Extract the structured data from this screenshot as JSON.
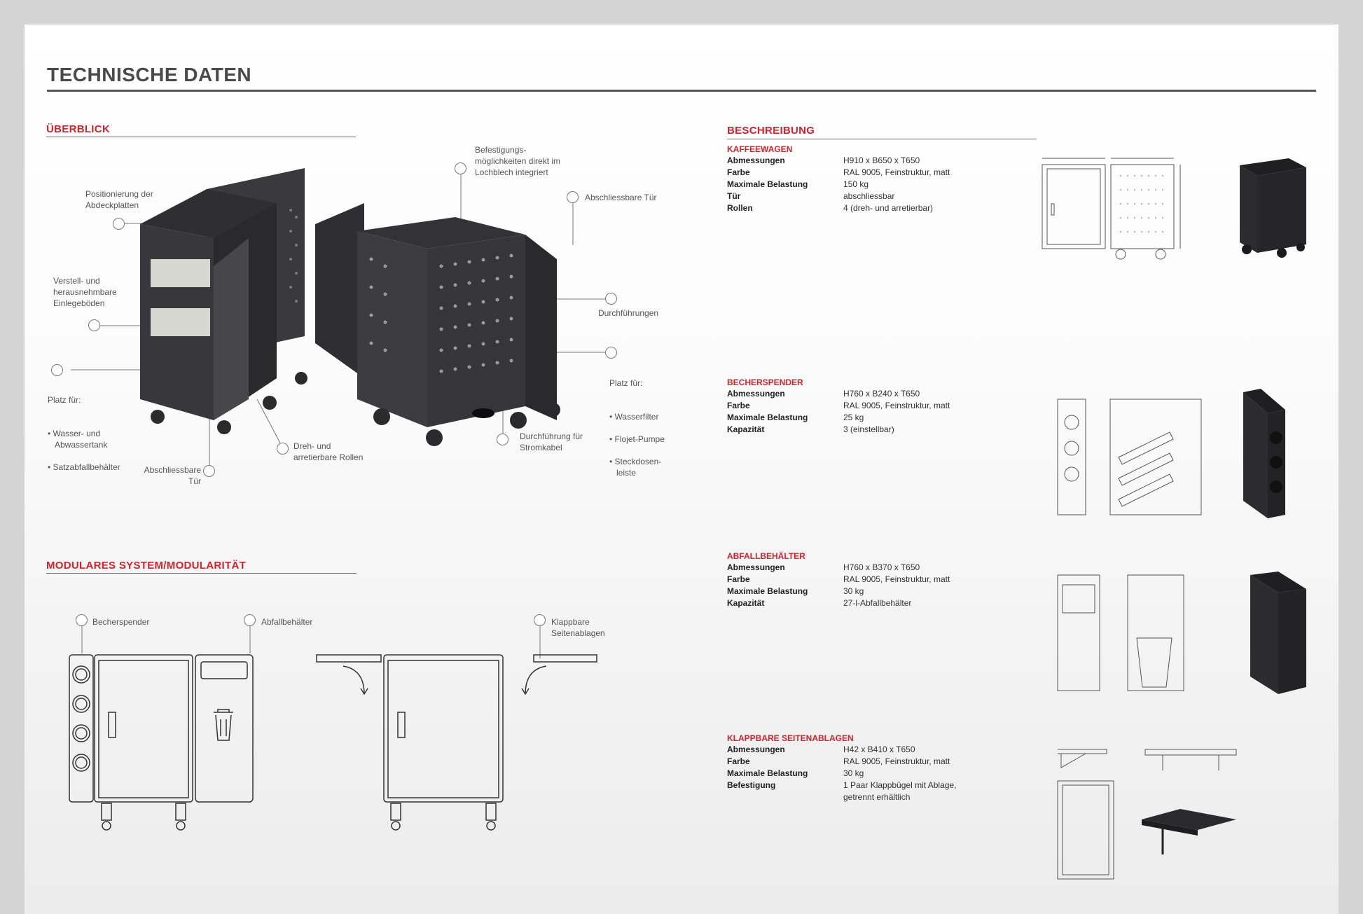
{
  "header": {
    "title": "TECHNISCHE DATEN"
  },
  "overview": {
    "heading": "ÜBERBLICK",
    "labels": {
      "abdeck": "Positionierung der\nAbdeckplatten",
      "einlege": "Verstell- und\nherausnehmbare\nEinlegeböden",
      "platz_title": "Platz für:",
      "platz_items": [
        "Wasser- und\nAbwassertank",
        "Satzabfallbehälter"
      ],
      "tuer_left": "Abschliessbare\nTür",
      "rollen": "Dreh- und\narretierbare Rollen",
      "befestigung": "Befestigungs-\nmöglichkeiten direkt im\nLochblech integriert",
      "tuer_right": "Abschliessbare Tür",
      "durchf": "Durchführungen",
      "platz2_title": "Platz für:",
      "platz2_items": [
        "Wasserfilter",
        "Flojet-Pumpe",
        "Steckdosen-\nleiste"
      ],
      "strom": "Durchführung für\nStromkabel"
    }
  },
  "modular": {
    "heading": "MODULARES SYSTEM/MODULARITÄT",
    "labels": {
      "becher": "Becherspender",
      "abfall": "Abfallbehälter",
      "klapp": "Klappbare\nSeitenablagen"
    }
  },
  "description": {
    "heading": "BESCHREIBUNG",
    "products": [
      {
        "name": "KAFFEEWAGEN",
        "specs": [
          {
            "k": "Abmessungen",
            "v": "H910 x B650 x T650"
          },
          {
            "k": "Farbe",
            "v": "RAL 9005, Feinstruktur, matt"
          },
          {
            "k": "Maximale Belastung",
            "v": "150 kg"
          },
          {
            "k": "Tür",
            "v": "abschliessbar"
          },
          {
            "k": "Rollen",
            "v": "4 (dreh- und arretierbar)"
          }
        ]
      },
      {
        "name": "BECHERSPENDER",
        "specs": [
          {
            "k": "Abmessungen",
            "v": "H760 x B240 x T650"
          },
          {
            "k": "Farbe",
            "v": "RAL 9005, Feinstruktur, matt"
          },
          {
            "k": "Maximale Belastung",
            "v": "25 kg"
          },
          {
            "k": "Kapazität",
            "v": "3 (einstellbar)"
          }
        ]
      },
      {
        "name": "ABFALLBEHÄLTER",
        "specs": [
          {
            "k": "Abmessungen",
            "v": "H760 x B370 x T650"
          },
          {
            "k": "Farbe",
            "v": "RAL 9005, Feinstruktur, matt"
          },
          {
            "k": "Maximale Belastung",
            "v": "30 kg"
          },
          {
            "k": "Kapazität",
            "v": "27-l-Abfallbehälter"
          }
        ]
      },
      {
        "name": "KLAPPBARE SEITENABLAGEN",
        "specs": [
          {
            "k": "Abmessungen",
            "v": "H42 x B410 x T650"
          },
          {
            "k": "Farbe",
            "v": "RAL 9005, Feinstruktur, matt"
          },
          {
            "k": "Maximale Belastung",
            "v": "30 kg"
          },
          {
            "k": "Befestigung",
            "v": "1 Paar Klappbügel mit Ablage,\ngetrennt erhältlich"
          }
        ]
      }
    ]
  },
  "colors": {
    "accent": "#d0242c",
    "dark": "#2b2b2e"
  }
}
